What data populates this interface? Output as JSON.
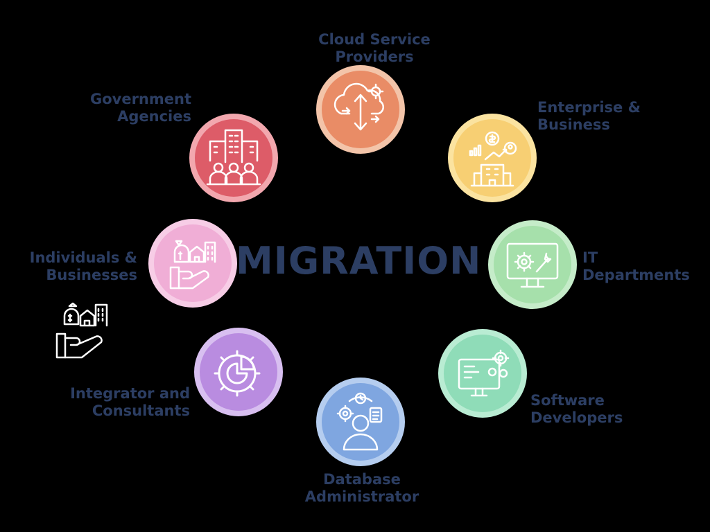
{
  "center": {
    "title": "MIGRATION"
  },
  "nodes": [
    {
      "id": "cloud",
      "icon": "cloud-transfer-icon",
      "ring": "#f3c4a9",
      "fill": "#e98c66",
      "label": [
        "Cloud Service",
        "Providers"
      ]
    },
    {
      "id": "enterprise",
      "icon": "enterprise-growth-icon",
      "ring": "#fbe3a0",
      "fill": "#f7cf73",
      "label": [
        "Enterprise &",
        "Business"
      ]
    },
    {
      "id": "it",
      "icon": "monitor-tools-icon",
      "ring": "#c5ecc9",
      "fill": "#a6e0ab",
      "label": [
        "IT",
        "Departments"
      ]
    },
    {
      "id": "software",
      "icon": "code-gears-icon",
      "ring": "#b9ecd3",
      "fill": "#8fdcb8",
      "label": [
        "Software",
        "Developers"
      ]
    },
    {
      "id": "dba",
      "icon": "database-admin-icon",
      "ring": "#b5cdef",
      "fill": "#7fa6e0",
      "label": [
        "Database",
        "Administrator"
      ]
    },
    {
      "id": "integrator",
      "icon": "gear-chart-icon",
      "ring": "#d8bff0",
      "fill": "#b98ce0",
      "label": [
        "Integrator and",
        "Consultants"
      ]
    },
    {
      "id": "individuals",
      "icon": "hand-property-icon",
      "ring": "#f7cde6",
      "fill": "#f0aed6",
      "label": [
        "Individuals &",
        "Businesses"
      ]
    },
    {
      "id": "government",
      "icon": "government-buildings-icon",
      "ring": "#f2a7ae",
      "fill": "#dd5c68",
      "label": [
        "Government",
        "Agencies"
      ]
    }
  ],
  "extra_icon": "hand-property-outline-icon"
}
